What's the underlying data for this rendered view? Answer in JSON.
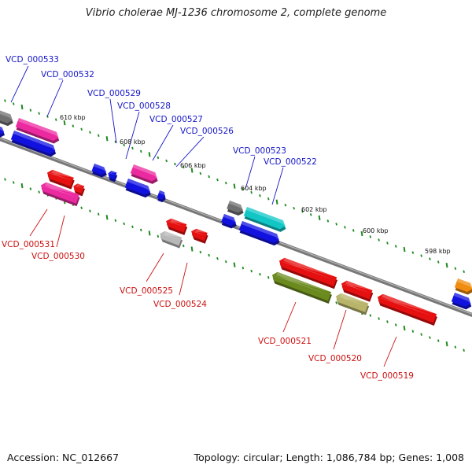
{
  "title": "Vibrio cholerae MJ-1236 chromosome 2, complete genome",
  "footer": {
    "accession": "Accession: NC_012667",
    "stats": "Topology: circular; Length: 1,086,784 bp; Genes: 1,008"
  },
  "colors": {
    "backbone": "#7b7b7b",
    "tick": "#1f8a1f",
    "label_forward": "#1515c8",
    "label_reverse": "#cc1010",
    "leader_forward": "#1515c8",
    "leader_reverse": "#cc1010"
  },
  "kbp_labels": [
    "610 kbp",
    "608 kbp",
    "606 kbp",
    "604 kbp",
    "602 kbp",
    "600 kbp",
    "598 kbp"
  ],
  "forward_genes": [
    "VCD_000533",
    "VCD_000532",
    "VCD_000529",
    "VCD_000528",
    "VCD_000527",
    "VCD_000526",
    "VCD_000523",
    "VCD_000522"
  ],
  "reverse_genes": [
    "VCD_000531",
    "VCD_000530",
    "VCD_000525",
    "VCD_000524",
    "VCD_000521",
    "VCD_000520",
    "VCD_000519"
  ]
}
